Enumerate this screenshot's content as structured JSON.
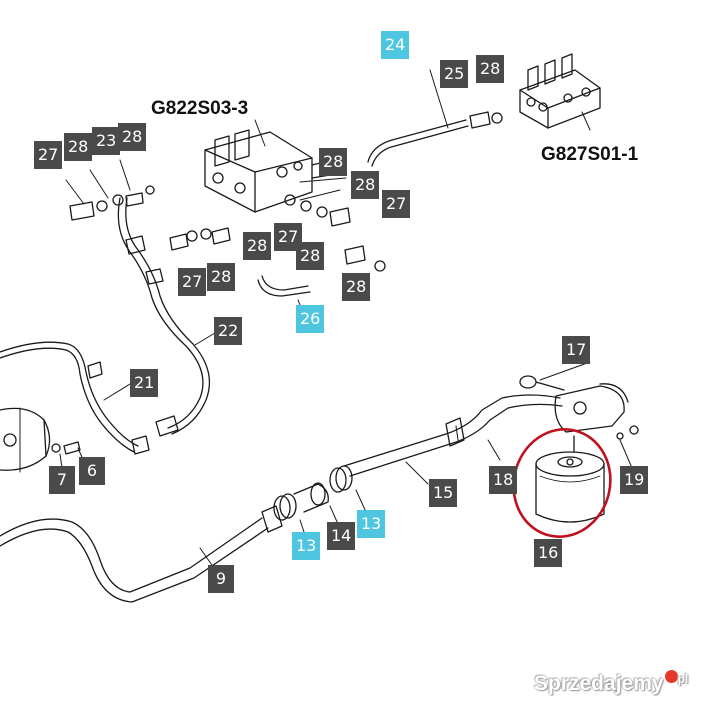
{
  "assemblies": {
    "left_valve": "G822S03-3",
    "right_valve": "G827S01-1"
  },
  "callouts": {
    "c24": "24",
    "c25": "25",
    "c28_a": "28",
    "c27_a": "27",
    "c28_b": "28",
    "c23": "23",
    "c28_c": "28",
    "c28_d": "28",
    "c28_e": "28",
    "c27_b": "27",
    "c28_f": "28",
    "c27_c": "27",
    "c28_g": "28",
    "c27_d": "27",
    "c28_h": "28",
    "c28_i": "28",
    "c26": "26",
    "c22": "22",
    "c21": "21",
    "c17": "17",
    "c7": "7",
    "c6": "6",
    "c18": "18",
    "c19": "19",
    "c15": "15",
    "c13_a": "13",
    "c14": "14",
    "c13_b": "13",
    "c16": "16",
    "c9": "9"
  },
  "watermark": {
    "text": "Sprzedajemy",
    "suffix": "pl"
  },
  "colors": {
    "tag_dark": "#4a4a4a",
    "tag_cyan": "#4fc6e0",
    "highlight_circle": "#c0111f",
    "line_art": "#1a1a1a"
  }
}
